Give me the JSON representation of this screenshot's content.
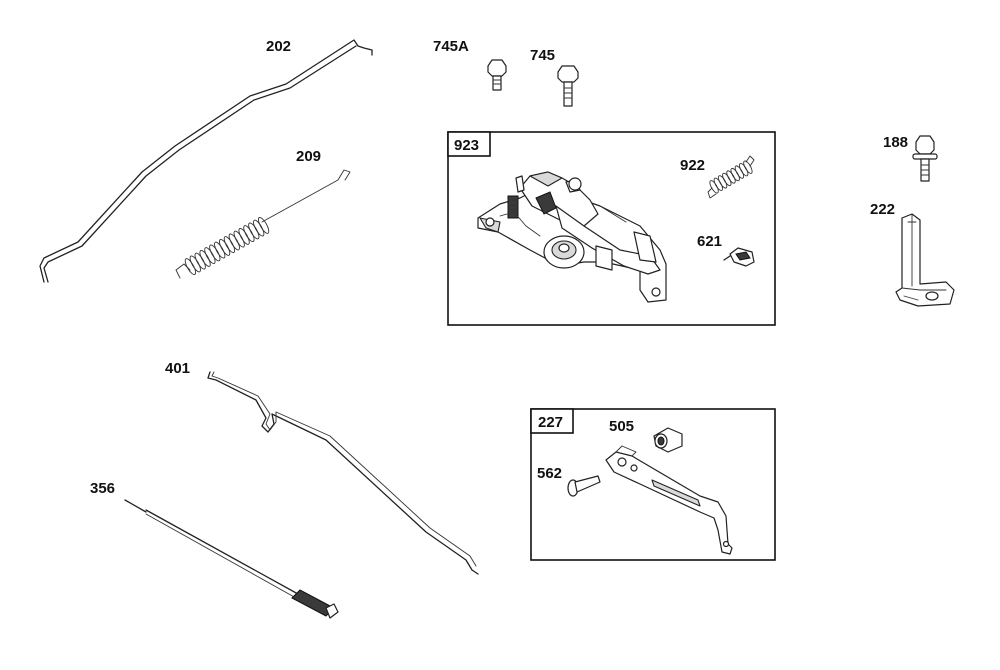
{
  "colors": {
    "line": "#222222",
    "background": "#ffffff"
  },
  "labels": {
    "p202": "202",
    "p209": "209",
    "p745A": "745A",
    "p745": "745",
    "p923": "923",
    "p922": "922",
    "p621": "621",
    "p188": "188",
    "p222": "222",
    "p401": "401",
    "p356": "356",
    "p227": "227",
    "p505": "505",
    "p562": "562"
  }
}
